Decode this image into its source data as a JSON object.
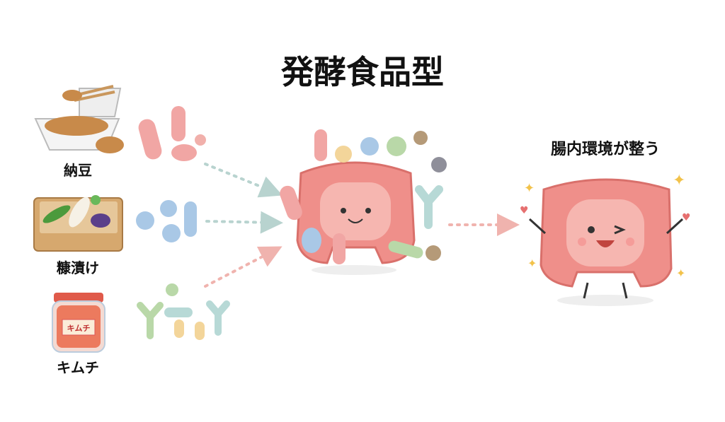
{
  "title": "発酵食品型",
  "foods": [
    {
      "label": "納豆",
      "icon": "natto-icon"
    },
    {
      "label": "糠漬け",
      "icon": "nukazuke-icon"
    },
    {
      "label": "キムチ",
      "icon": "kimchi-jar-icon",
      "jar_label": "キムチ"
    }
  ],
  "result_label": "腸内環境が整う",
  "colors": {
    "gut": "#ef8f8a",
    "gut_dark": "#d9706b",
    "arrow_green": "#a9cbb8",
    "arrow_blue": "#b5cfd8",
    "arrow_pink": "#f0b3ae"
  }
}
